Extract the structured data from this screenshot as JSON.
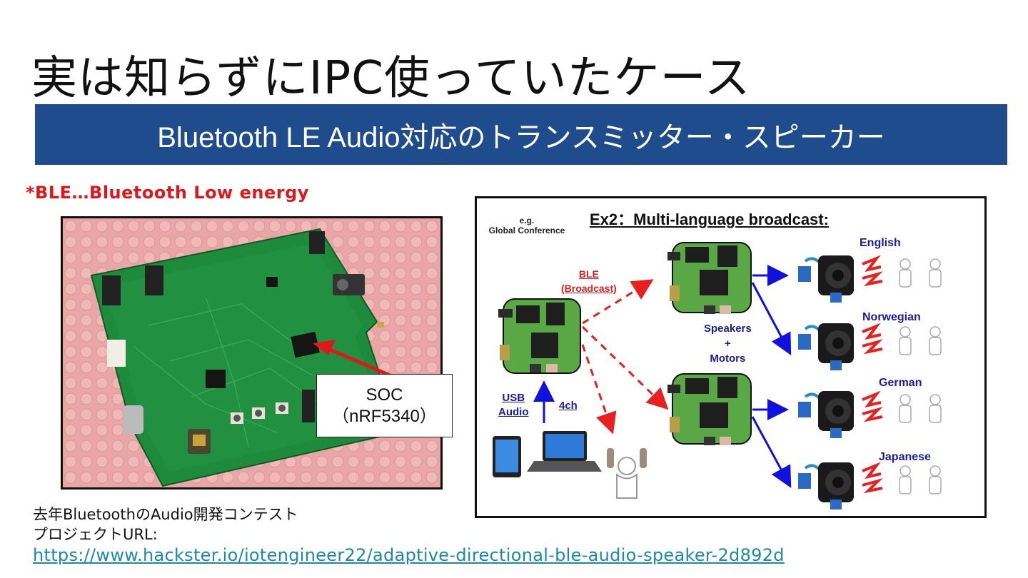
{
  "slide": {
    "title": "実は知らずにIPC使っていたケース",
    "banner": "Bluetooth LE Audio対応のトランスミッター・スピーカー",
    "note": "*BLE…Bluetooth Low energy"
  },
  "photo": {
    "callout_line1": "SOC",
    "callout_line2": "（nRF5340）",
    "colors": {
      "pcb": "#1e8a3c",
      "background": "#e8a7a6",
      "arrow": "#e01818"
    }
  },
  "diagram": {
    "title": "Ex2：Multi-language broadcast:",
    "example_line1": "e.g.",
    "example_line2": "Global Conference",
    "ble_line1": "BLE",
    "ble_line2": "(Broadcast)",
    "usb_line1": "USB",
    "usb_line2": "Audio",
    "channels": "4ch",
    "speakers_line1": "Speakers",
    "speakers_line2": "+",
    "speakers_line3": "Motors",
    "languages": [
      "English",
      "Norwegian",
      "German",
      "Japanese"
    ],
    "colors": {
      "board": "#5aa845",
      "arrow_blue": "#1010e0",
      "arrow_red": "#e82020",
      "label_blue": "#1a1aa8",
      "label_red": "#e02020"
    }
  },
  "footer": {
    "line1": "去年BluetoothのAudio開発コンテスト",
    "line2": "プロジェクトURL:",
    "url": "https://www.hackster.io/iotengineer22/adaptive-directional-ble-audio-speaker-2d892d"
  }
}
